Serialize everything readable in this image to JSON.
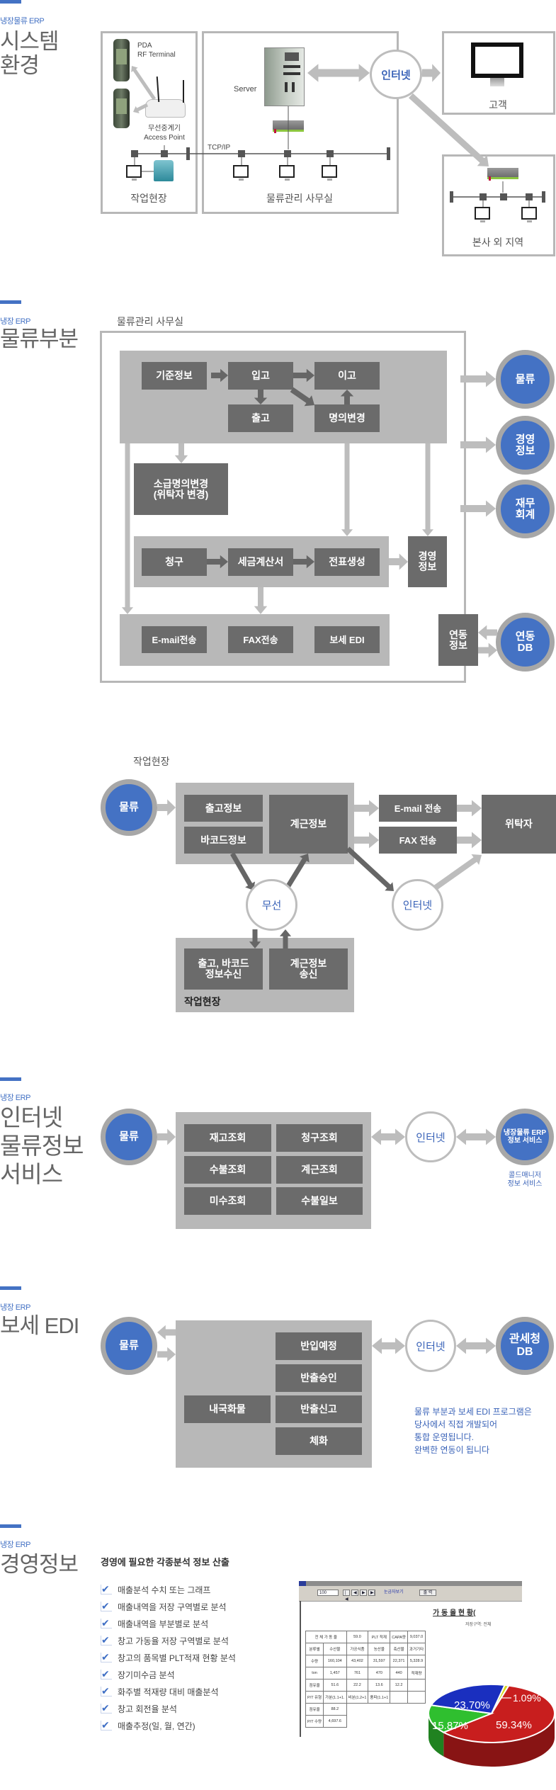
{
  "colors": {
    "accent": "#4472c4",
    "dark_box": "#6b6b6b",
    "panel": "#b8b8b8",
    "outline": "#b7b7b7"
  },
  "system": {
    "eyebrow": "냉장물류 ERP",
    "title": [
      "시스템",
      "환경"
    ],
    "pda": "PDA",
    "rf_terminal": "RF Terminal",
    "ap_ko": "무선중계기",
    "ap_en": "Access Point",
    "tcpip": "TCP/IP",
    "server": "Server",
    "site": "작업현장",
    "office": "물류관리 사무실",
    "internet": "인터넷",
    "customer": "고객",
    "branch": "본사 외 지역"
  },
  "logistics": {
    "eyebrow": "냉장 ERP",
    "title": "물류부분",
    "office_label": "물류관리 사무실",
    "boxes": {
      "base_info": "기준정보",
      "inbound": "입고",
      "transfer": "이고",
      "outbound": "출고",
      "name_change": "명의변경",
      "retro_change": [
        "소급명의변경",
        "(위탁자 변경)"
      ],
      "billing": "청구",
      "tax_invoice": "세금계산서",
      "voucher": "전표생성",
      "mgmt_info": [
        "경영",
        "정보"
      ],
      "email": "E-mail전송",
      "fax": "FAX전송",
      "bonded_edi": "보세 EDI",
      "link_info": [
        "연동",
        "정보"
      ]
    },
    "circles": [
      [
        "물류"
      ],
      [
        "경영",
        "정보"
      ],
      [
        "재무",
        "회계"
      ],
      [
        "연동",
        "DB"
      ]
    ]
  },
  "worksite": {
    "label": "작업현장",
    "circle": "물류",
    "boxes": {
      "out_info": "출고정보",
      "barcode_info": "바코드정보",
      "weigh_info": "계근정보",
      "email": "E-mail 전송",
      "fax": "FAX 전송",
      "consignor": "위탁자",
      "recv": [
        "출고, 바코드",
        "정보수신"
      ],
      "send": [
        "계근정보",
        "송신"
      ]
    },
    "wireless": "무선",
    "internet": "인터넷",
    "inner_label": "작업현장"
  },
  "internet_service": {
    "eyebrow": "냉장 ERP",
    "title": [
      "인터넷",
      "물류정보",
      "서비스"
    ],
    "circle": "물류",
    "queries": [
      "재고조회",
      "청구조회",
      "수불조회",
      "계근조회",
      "미수조회",
      "수불일보"
    ],
    "internet": "인터넷",
    "service_circle": [
      "냉장물류 ERP",
      "정보 서비스"
    ],
    "caption": [
      "콜드매니저",
      "정보 서비스"
    ]
  },
  "bonded_edi": {
    "eyebrow": "냉장 ERP",
    "title": "보세 EDI",
    "circle": "물류",
    "boxes": {
      "planned_in": "반입예정",
      "out_approval": "반출승인",
      "domestic": "내국화물",
      "out_report": "반출신고",
      "stagnant": "체화"
    },
    "internet": "인터넷",
    "customs_db": [
      "관세청",
      "DB"
    ],
    "note": [
      "물류 부분과 보세 EDI 프로그램은",
      "당사에서 직접 개발되어",
      "통합 운영됩니다.",
      "완벽한 연동이 됩니다"
    ]
  },
  "management": {
    "eyebrow": "냉장 ERP",
    "title": "경영정보",
    "heading": "경영에 필요한 각종분석 정보 산출",
    "items": [
      "매출분석 수치 또는 그래프",
      "매출내역을 저장 구역별로 분석",
      "매출내역을 부분별로 분석",
      "창고 가동율 저장 구역별로 분석",
      "창고의 품목별 PLT적재 현황 분석",
      "장기미수금 분석",
      "화주별 적재량 대비 매출분석",
      "창고 회전율 분석",
      "매출추정(일, 월, 연간)"
    ],
    "screenshot": {
      "page_size": "100",
      "ruler_toggle": "눈금자보기",
      "print": "출 력",
      "report_title": "가 동 율 현 황(",
      "zone": "저장구역: 전체",
      "total_rate_label": "전 체 가 동 율",
      "total_rate": "59.0",
      "plt_label": "PLT 적재",
      "capa_label": "CAPA량",
      "capa": "9,037.0",
      "load_label": "적재량",
      "load": "5,328.9",
      "headers": [
        "분류별",
        "수산물",
        "가공식품",
        "농산물",
        "축산물",
        "과거기타"
      ],
      "rows": [
        [
          "수량",
          "160,104",
          "43,402",
          "31,597",
          "22,371"
        ],
        [
          "ton",
          "1,457",
          "761",
          "470",
          "440"
        ],
        [
          "점유율",
          "51.6",
          "22.2",
          "13.6",
          "12.2"
        ],
        [
          "P/T 유형",
          "가분(1.1+1.",
          "비분(1.2+1",
          "풍파(1.1+1",
          ""
        ],
        [
          "점유율",
          "88.2",
          "",
          "",
          ""
        ],
        [
          "P/T 수량",
          "4,697.6",
          "",
          "",
          ""
        ]
      ]
    },
    "chart_data": {
      "type": "pie",
      "title": "",
      "labels": [
        "59.34%",
        "15.87%",
        "23.70%",
        "1.09%"
      ],
      "values": [
        59.34,
        15.87,
        23.7,
        1.09
      ],
      "colors": [
        "#c81e1e",
        "#2fbf2f",
        "#1a2fbf",
        "#d8d81a"
      ]
    }
  }
}
